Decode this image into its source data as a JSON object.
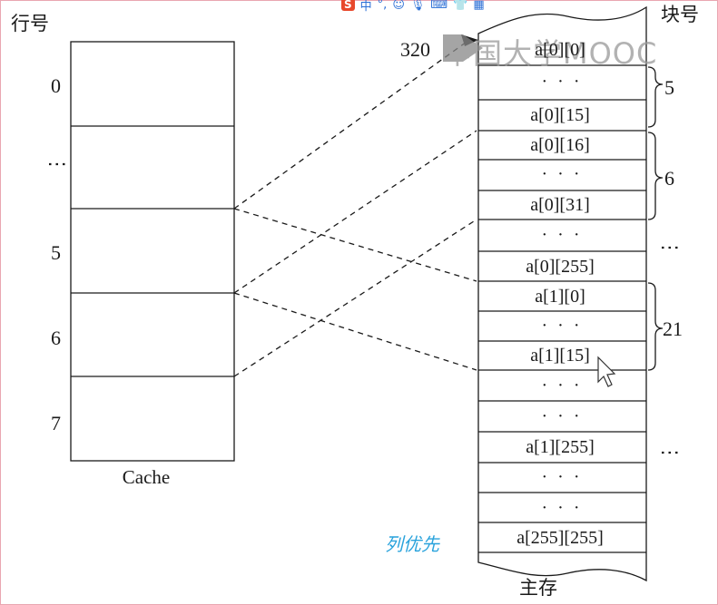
{
  "toolbar": {
    "logo": "S",
    "items": [
      "中",
      "°,",
      "☺",
      "🎙",
      "⌨",
      "👕",
      "▦"
    ]
  },
  "watermark": {
    "text": "中国大学MOOC"
  },
  "cache": {
    "header": "行号",
    "label": "Cache",
    "line_numbers": [
      "0",
      "⋮",
      "5",
      "6",
      "7"
    ]
  },
  "memory": {
    "header": "块号",
    "label": "主存",
    "cells": [
      "a[0][0]",
      "· · ·",
      "a[0][15]",
      "a[0][16]",
      "· · ·",
      "a[0][31]",
      "· · ·",
      "a[0][255]",
      "a[1][0]",
      "· · ·",
      "a[1][15]",
      "· · ·",
      "· · ·",
      "a[1][255]",
      "· · ·",
      "· · ·",
      "a[255][255]"
    ],
    "block_numbers": [
      "5",
      "6",
      "⋮",
      "21",
      "⋮"
    ],
    "address": "320"
  },
  "note": "列优先",
  "colors": {
    "note": "#2aa3dc",
    "border": "#e9a6b1"
  }
}
